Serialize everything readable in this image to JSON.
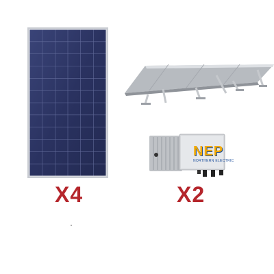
{
  "products": {
    "solar_panel": {
      "quantity_label": "X4"
    },
    "inverter": {
      "quantity_label": "X2",
      "brand": "NEP",
      "brand_subtitle": "NORTHERN ELECTRIC"
    }
  },
  "colors": {
    "quantity_text": "#b5262c",
    "panel_cell": "#2c3561",
    "panel_frame": "#c9ccd2",
    "inverter_body": "#d7d9dc",
    "brand_text": "#f2a900",
    "brand_accent": "#1d4f9c",
    "mount_rail": "#c5c8cc"
  },
  "icons": {
    "panel": "solar-panel-image",
    "mount": "roof-mount-rack-image",
    "inverter": "micro-inverter-image"
  }
}
